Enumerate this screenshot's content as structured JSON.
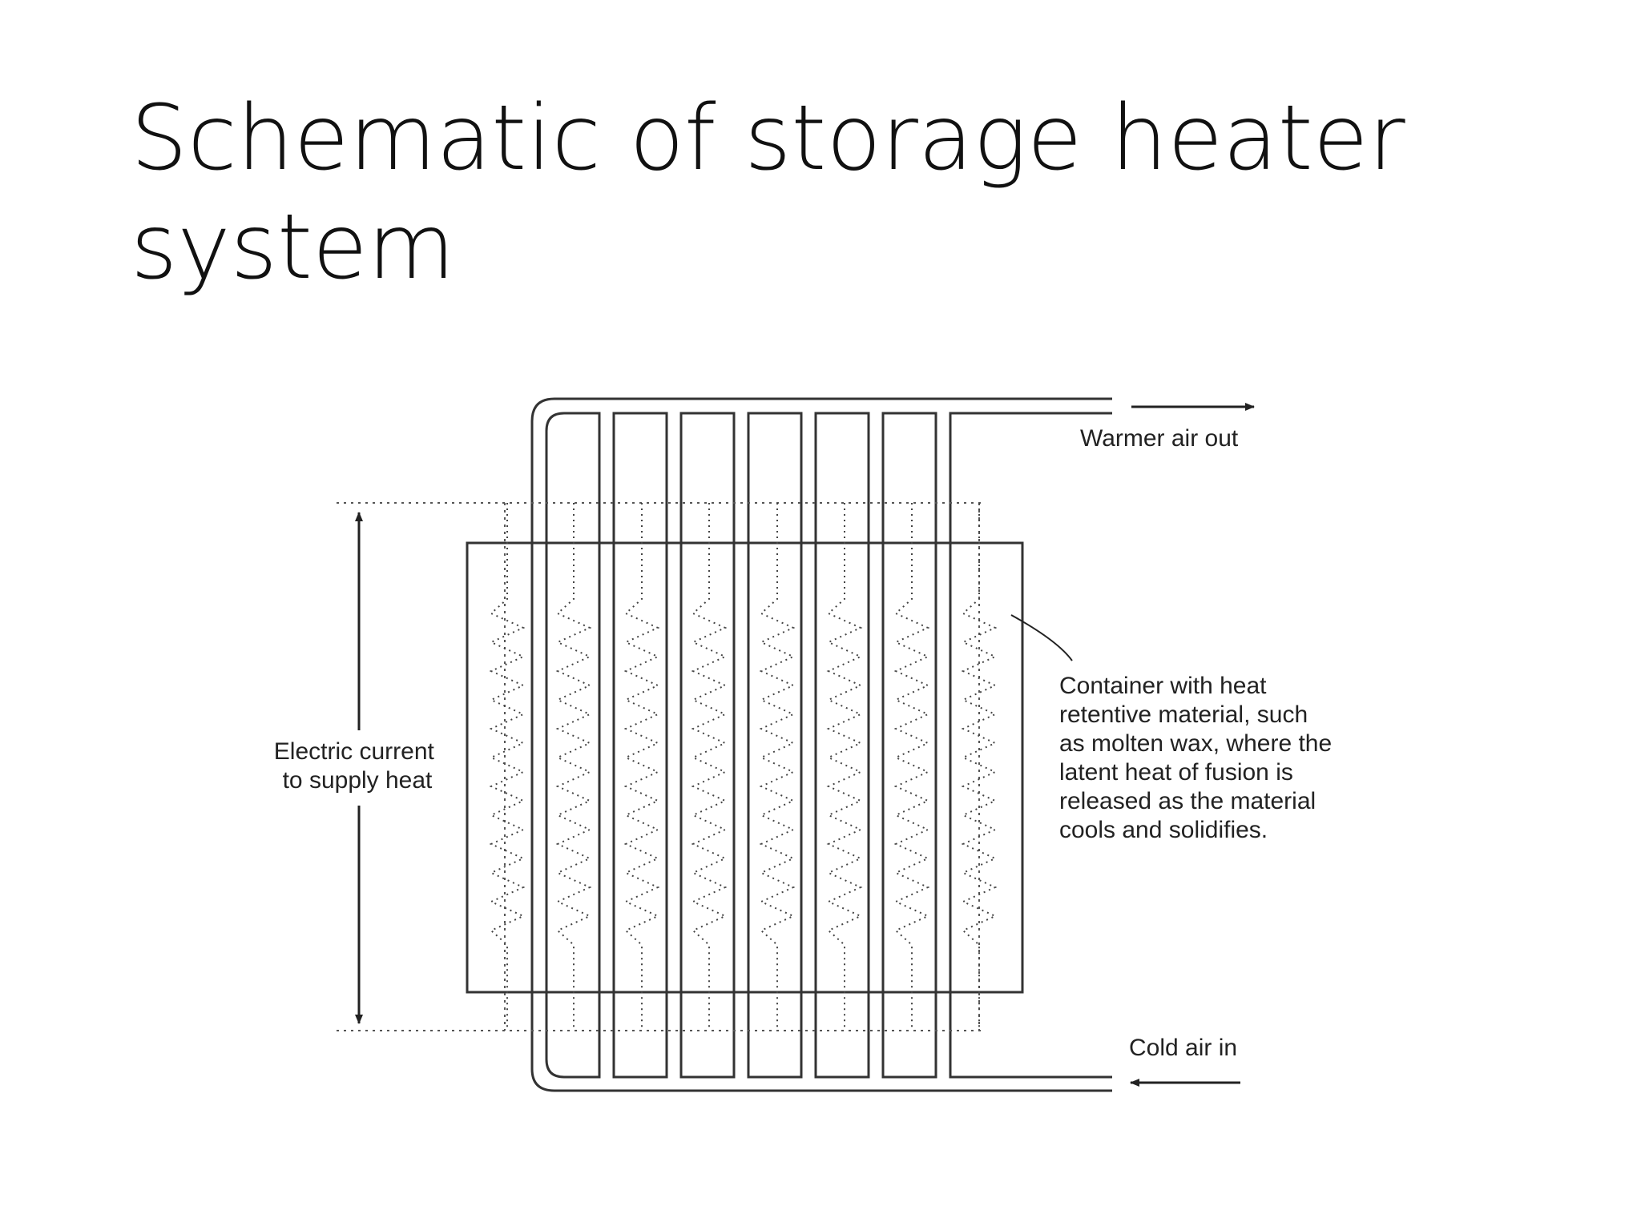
{
  "slide": {
    "title": "Schematic of storage heater system"
  },
  "diagram": {
    "labels": {
      "warm_air": "Warmer air out",
      "cold_air": "Cold air in",
      "electric": [
        "Electric current",
        "to supply heat"
      ],
      "container": [
        "Container with heat",
        "retentive material, such",
        "as molten wax, where the",
        "latent heat of fusion is",
        "released as the material",
        "cools and solidifies."
      ]
    }
  }
}
